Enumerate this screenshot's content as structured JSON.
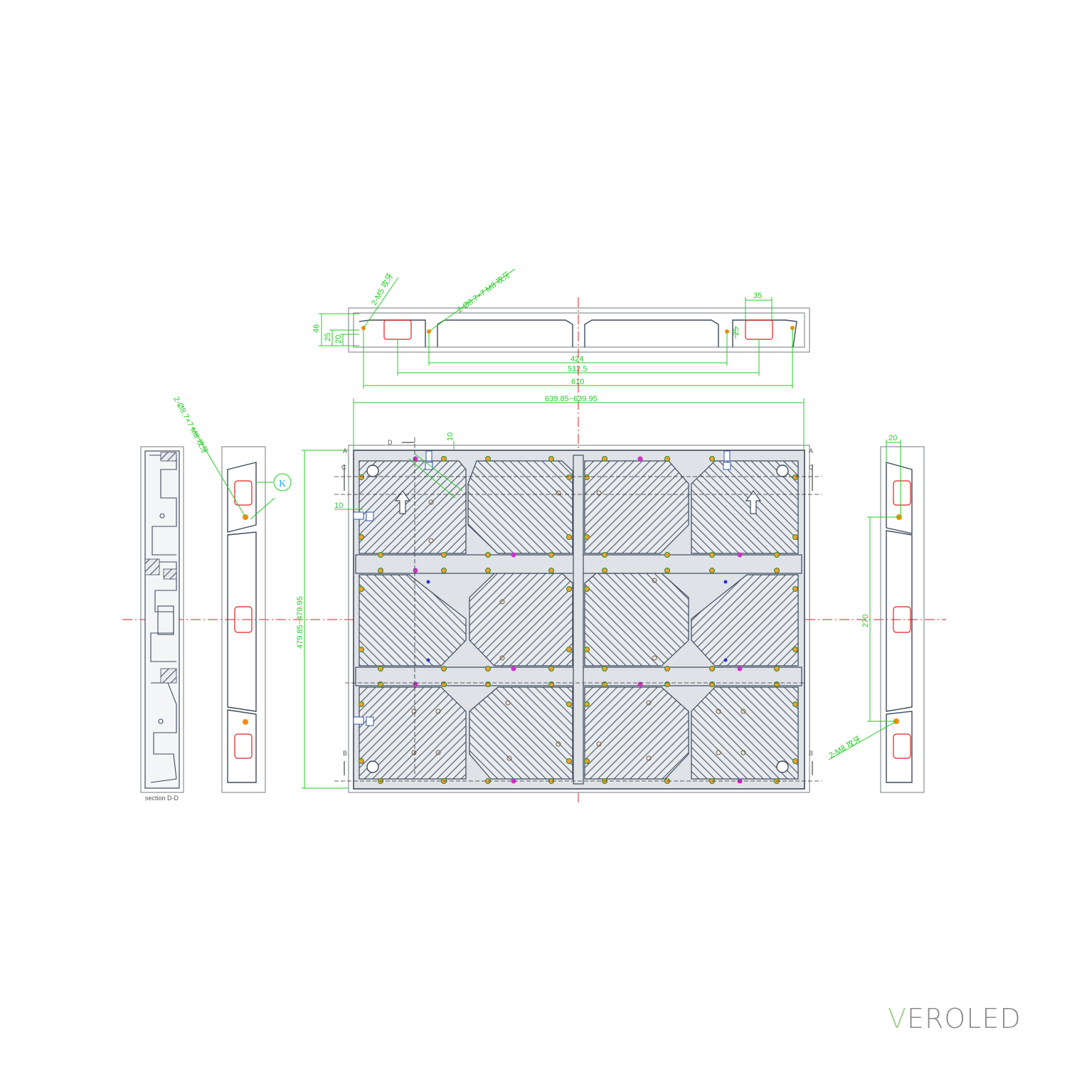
{
  "dimensions": {
    "d46": "46",
    "d25": "25",
    "d20a": "20",
    "d35": "35",
    "d25b": "25",
    "d424": "424",
    "d5125": "512.5",
    "d610": "610",
    "width": "639.85~639.95",
    "height": "479.85~479.95",
    "d10a": "10",
    "d10b": "10",
    "d20b": "20",
    "d270": "270"
  },
  "callouts": {
    "m5": "2-M5 攻牙",
    "hole_top": "2-Ø8.7×7  M8 攻牙",
    "hole_side": "2-Ø8.7×7  M8 攻牙",
    "m8": "2-M8 攻牙",
    "k_label": "K"
  },
  "section_letters": {
    "a_left": "A",
    "a_right": "A",
    "b_left": "B",
    "b_right": "B",
    "c_left": "C",
    "c_right": "C",
    "d": "D"
  },
  "section_caption": "section D-D",
  "brand": {
    "v": "V",
    "rest": "EROLED"
  },
  "colors": {
    "dimension": "#22cc22",
    "centerline": "#e02020",
    "outline": "#8a8f96",
    "body": "#3e4a5c"
  }
}
